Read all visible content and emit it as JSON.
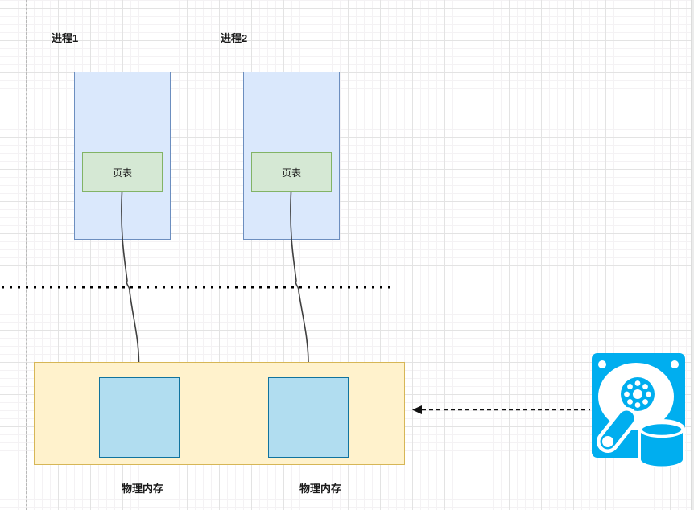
{
  "diagram": {
    "processes": [
      {
        "label": "进程1",
        "page_table_label": "页表"
      },
      {
        "label": "进程2",
        "page_table_label": "页表"
      }
    ],
    "physical_memory": {
      "label_left": "物理内存",
      "label_right": "物理内存"
    },
    "icons": {
      "disk": "disk-icon"
    },
    "colors": {
      "process_fill": "#dae8fc",
      "process_border": "#6c8ebf",
      "page_table_fill": "#d5e8d4",
      "page_table_border": "#82b366",
      "memory_fill": "#fff2cc",
      "memory_border": "#d6b656",
      "frame_fill": "#b1ddf0",
      "frame_border": "#10739e",
      "disk_cyan": "#00aeef",
      "connector": "#3f3f3f",
      "divider_dots": "#000000",
      "arrow": "#111111"
    }
  }
}
